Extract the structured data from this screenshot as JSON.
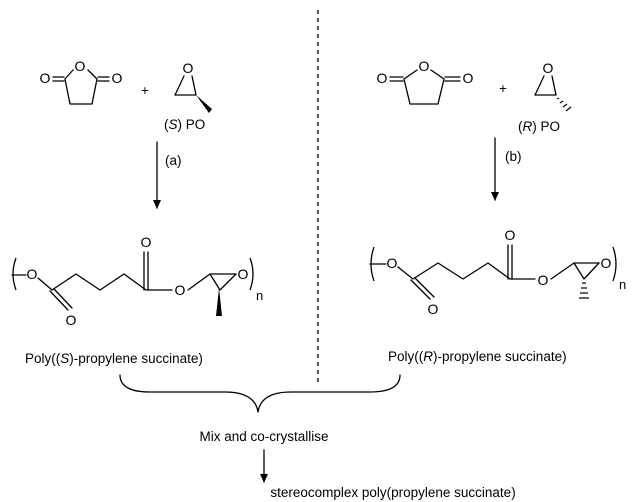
{
  "left": {
    "monomer_label_prefix": "(",
    "monomer_label_italic": "S",
    "monomer_label_suffix": ") PO",
    "arrow_label": "(a)",
    "polymer_name_prefix": "Poly((",
    "polymer_name_italic": "S",
    "polymer_name_suffix": ")-propylene succinate)",
    "subscript": "n"
  },
  "right": {
    "monomer_label_prefix": "(",
    "monomer_label_italic": "R",
    "monomer_label_suffix": ") PO",
    "arrow_label": "(b)",
    "polymer_name_prefix": "Poly((",
    "polymer_name_italic": "R",
    "polymer_name_suffix": ")-propylene succinate)",
    "subscript": "n"
  },
  "atoms": {
    "oxygen": "O",
    "plus": "+"
  },
  "mix_label": "Mix and co-crystallise",
  "product_label": "stereocomplex poly(propylene succinate)"
}
